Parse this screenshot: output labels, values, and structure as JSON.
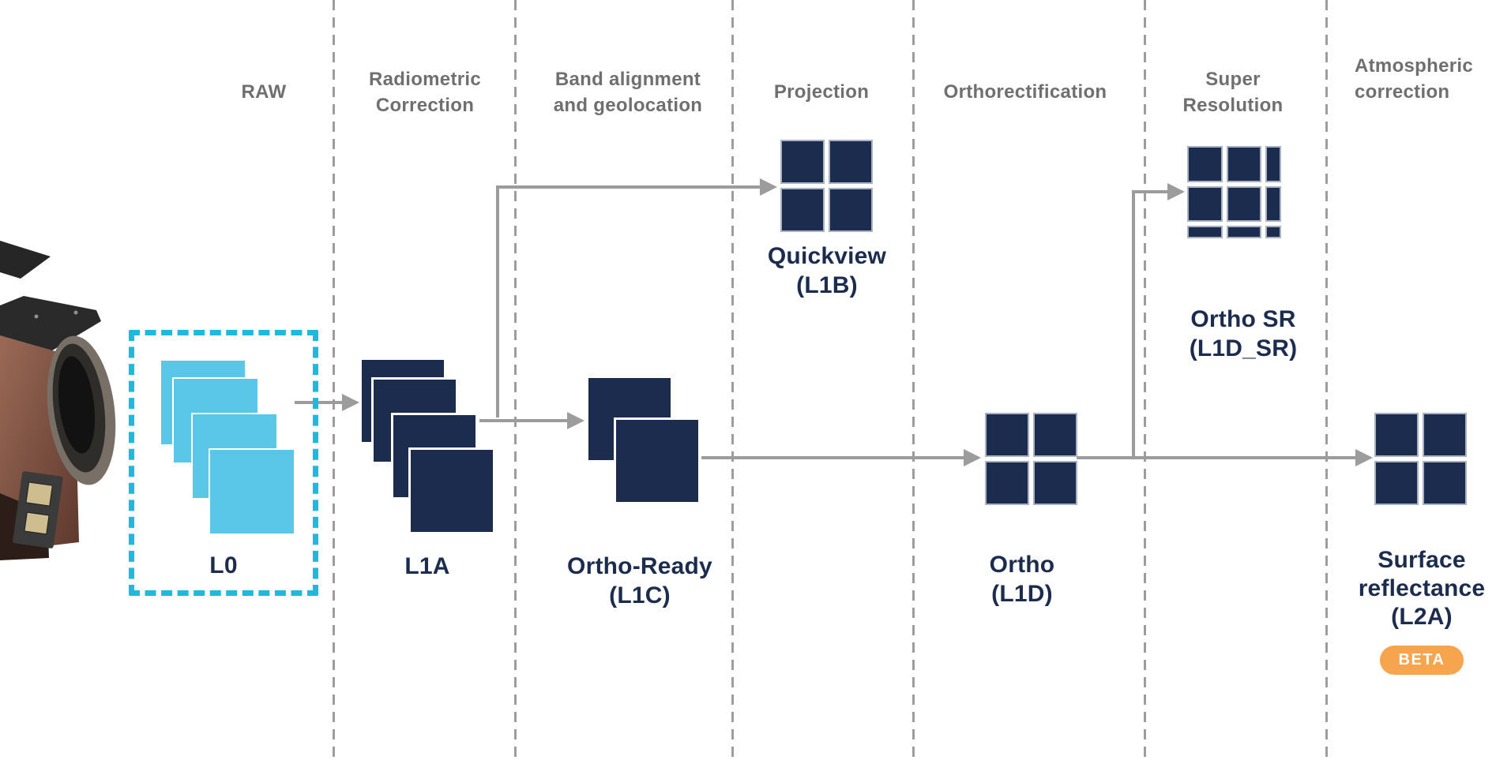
{
  "colors": {
    "navy": "#1B2C4E",
    "cyan": "#5BC7E8",
    "cyan_border": "#1FB9DF",
    "connector_gray": "#9C9C9C",
    "header_gray": "#6F6F6F",
    "beta_orange": "#F6A44E"
  },
  "icons": {
    "satellite": "satellite-camera-illustration"
  },
  "stages": [
    {
      "lines": [
        "RAW"
      ]
    },
    {
      "lines": [
        "Radiometric",
        "Correction"
      ]
    },
    {
      "lines": [
        "Band alignment",
        "and geolocation"
      ]
    },
    {
      "lines": [
        "Projection"
      ]
    },
    {
      "lines": [
        "Orthorectification"
      ]
    },
    {
      "lines": [
        "Super",
        "Resolution"
      ]
    },
    {
      "lines": [
        "Atmospheric",
        "correction"
      ]
    }
  ],
  "products": {
    "l0": {
      "name": "L0"
    },
    "l1a": {
      "name": "L1A"
    },
    "quickview": {
      "name": "Quickview",
      "code": "(L1B)"
    },
    "ortho_ready": {
      "name": "Ortho-Ready",
      "code": "(L1C)"
    },
    "ortho": {
      "name": "Ortho",
      "code": "(L1D)"
    },
    "ortho_sr": {
      "name": "Ortho SR",
      "code": "(L1D_SR)"
    },
    "surface_reflectance": {
      "name_line1": "Surface",
      "name_line2": "reflectance",
      "code": "(L2A)",
      "badge": "BETA"
    }
  }
}
